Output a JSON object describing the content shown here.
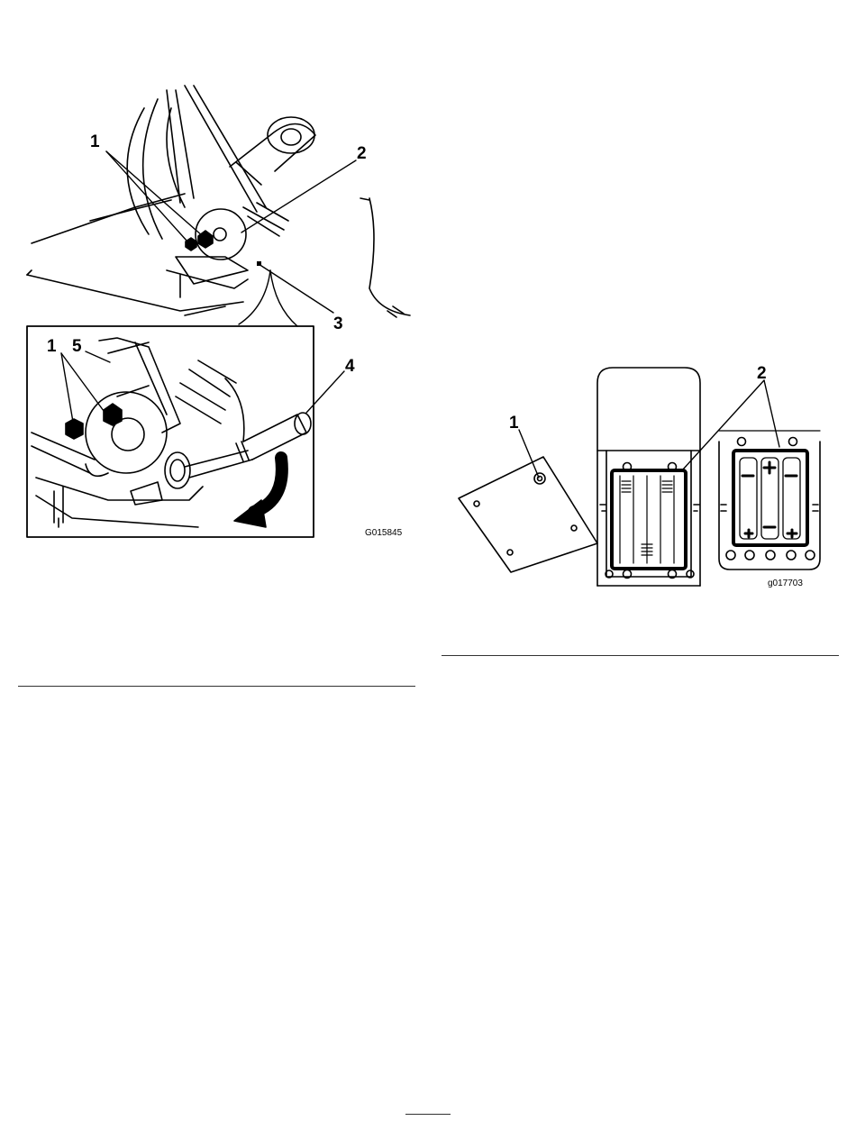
{
  "figure_left": {
    "callouts": [
      "1",
      "2",
      "3",
      "1",
      "5",
      "4"
    ],
    "figure_id": "G015845"
  },
  "figure_right": {
    "callouts": [
      "1",
      "2"
    ],
    "figure_id": "g017703"
  }
}
